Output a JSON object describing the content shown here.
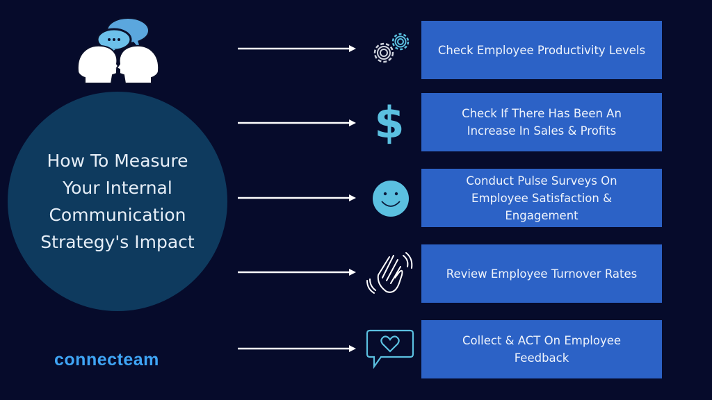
{
  "title": "How To Measure Your Internal Communication Strategy's Impact",
  "logo": "connecteam",
  "steps": [
    {
      "label": "Check Employee Productivity Levels",
      "icon": "gears-icon"
    },
    {
      "label": "Check If There Has Been An Increase In Sales & Profits",
      "icon": "dollar-icon"
    },
    {
      "label": "Conduct Pulse Surveys On Employee Satisfaction & Engagement",
      "icon": "smiley-icon"
    },
    {
      "label": "Review Employee Turnover Rates",
      "icon": "waving-hand-icon"
    },
    {
      "label": "Collect & ACT On Employee Feedback",
      "icon": "heart-message-icon"
    }
  ],
  "colors": {
    "background": "#060b2b",
    "circle": "#0e3a5e",
    "box": "#2c62c6",
    "icon": "#5bc0e0"
  }
}
